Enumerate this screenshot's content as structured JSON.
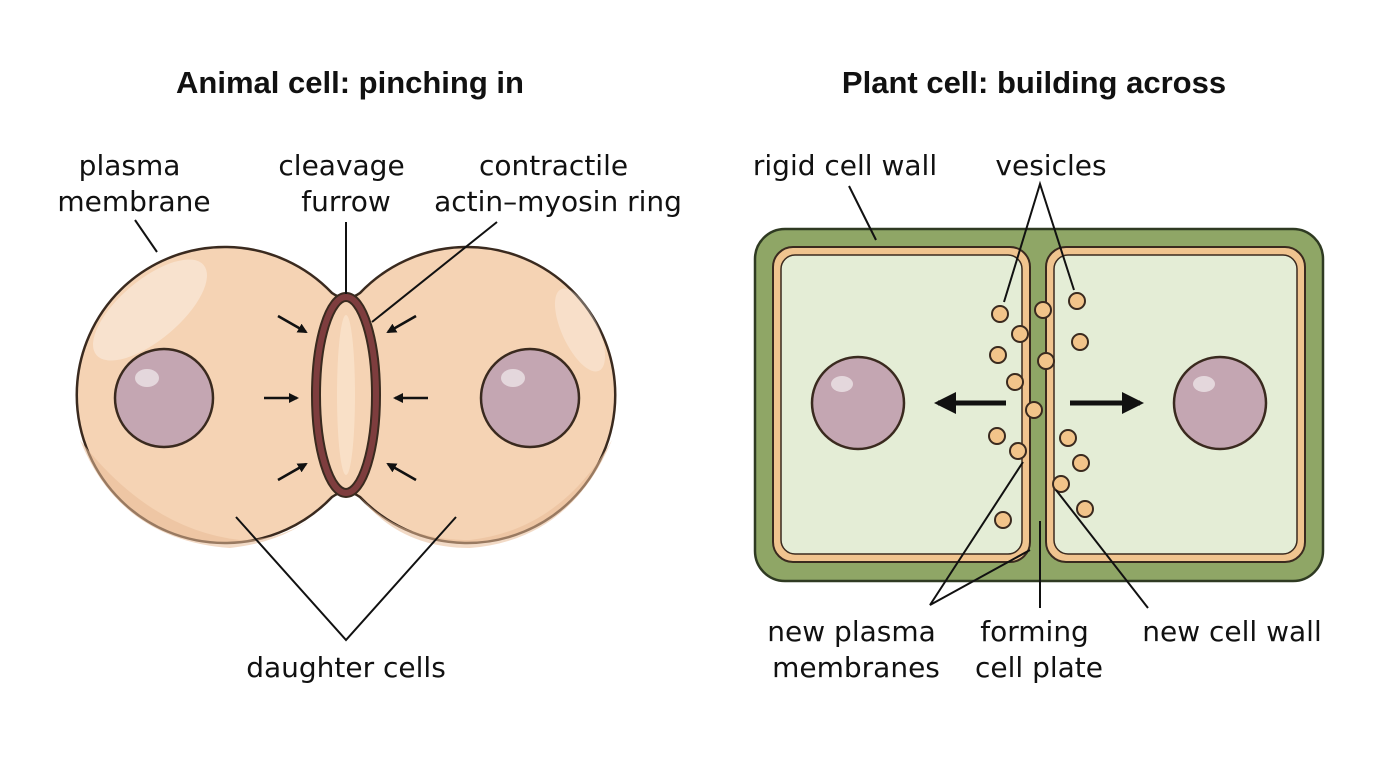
{
  "panels": {
    "animal": {
      "title": "Animal cell: pinching in",
      "labels": {
        "plasma_membrane": [
          "plasma",
          "membrane"
        ],
        "cleavage_furrow": [
          "cleavage",
          "furrow"
        ],
        "contractile_ring": [
          "contractile",
          "actin–myosin ring"
        ],
        "daughter_cells": "daughter cells"
      }
    },
    "plant": {
      "title": "Plant cell: building across",
      "labels": {
        "rigid_cell_wall": "rigid cell wall",
        "vesicles": "vesicles",
        "new_plasma_membranes": [
          "new plasma",
          "membranes"
        ],
        "forming_cell_plate": [
          "forming",
          "cell plate"
        ],
        "new_cell_wall": "new cell wall"
      }
    }
  },
  "colors": {
    "cytoplasm": "#f5d3b4",
    "membrane_outline": "#3a2a1f",
    "nucleus": "#c4a6b2",
    "contractile_ring": "#7e3d3e",
    "cell_wall": "#8fa666",
    "plant_cytoplasm": "#e4edd6",
    "plant_membrane": "#f0c48f",
    "vesicle": "#f2c48a"
  },
  "icons": {
    "inward_arrows": "arrow-right-icon / arrow-left-icon",
    "separation_arrows": "arrow-left-icon / arrow-right-icon"
  }
}
